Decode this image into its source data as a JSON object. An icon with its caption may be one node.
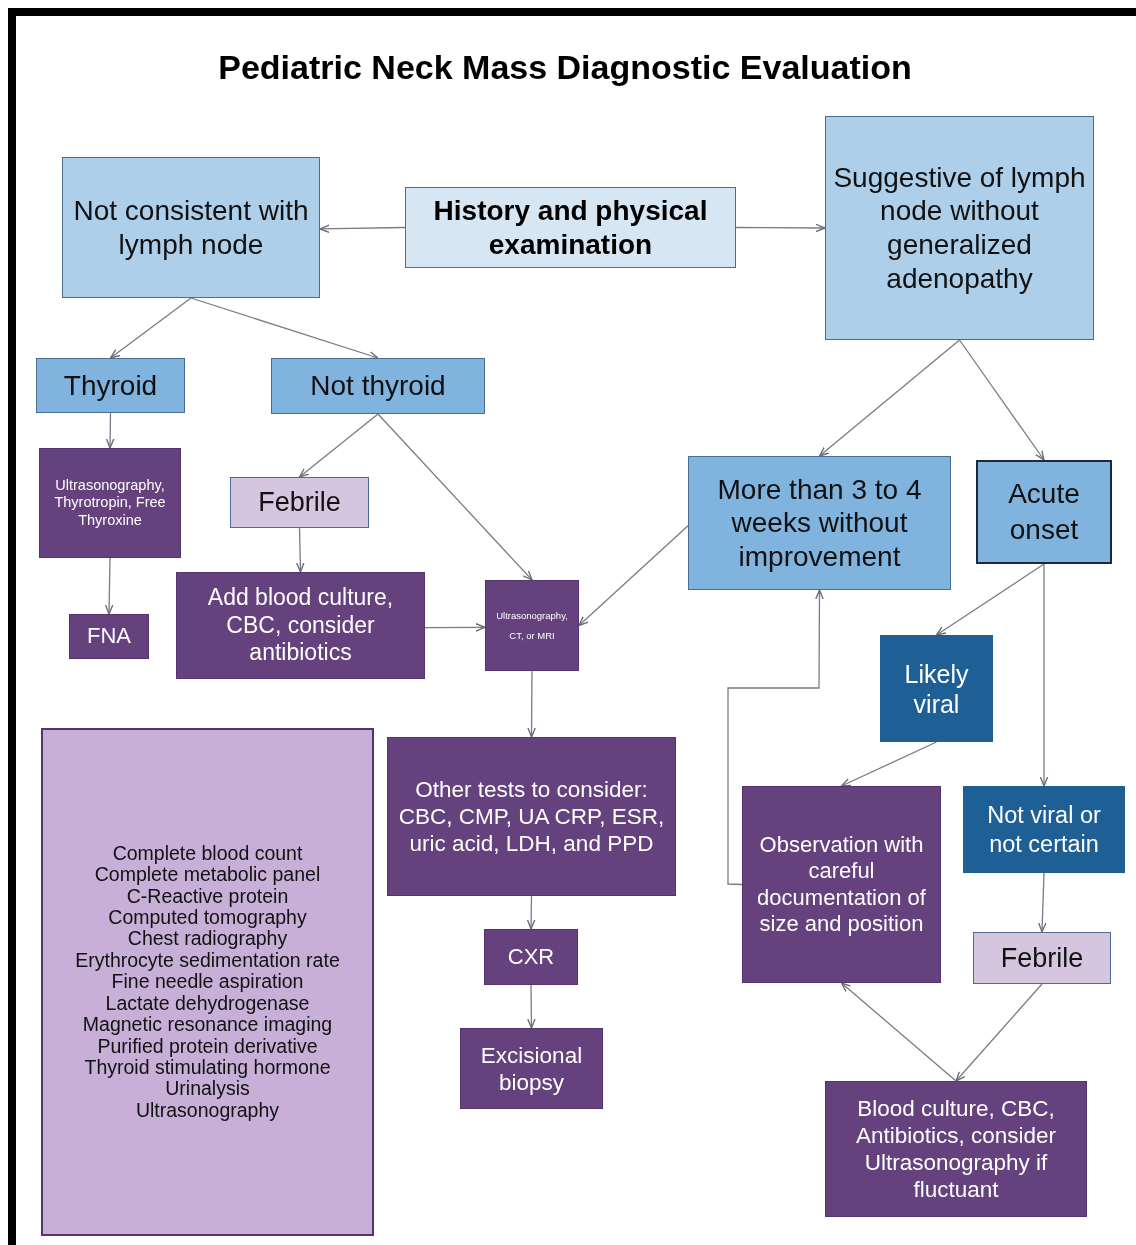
{
  "diagram": {
    "title": "Pediatric Neck Mass Diagnostic Evaluation",
    "nodes": [
      {
        "text": [
          "History and physical examination"
        ]
      },
      {
        "text": [
          "Not consistent with lymph node"
        ]
      },
      {
        "text": [
          "Suggestive of lymph node without generalized adenopathy"
        ]
      },
      {
        "text": [
          "Thyroid"
        ]
      },
      {
        "text": [
          "Not thyroid"
        ]
      },
      {
        "text": [
          "Ultrasonography, Thyrotropin, Free Thyroxine"
        ]
      },
      {
        "text": [
          "FNA"
        ]
      },
      {
        "text": [
          "Febrile"
        ]
      },
      {
        "text": [
          "Add blood culture, CBC, consider antibiotics"
        ]
      },
      {
        "text": [
          "Ultrasonography, CT, or MRI"
        ]
      },
      {
        "text": [
          "More than 3 to 4 weeks without improvement"
        ]
      },
      {
        "text": [
          "Acute onset"
        ]
      },
      {
        "text": [
          "Likely viral"
        ]
      },
      {
        "text": [
          "Other tests to consider: CBC, CMP, UA CRP, ESR, uric acid, LDH, and PPD"
        ]
      },
      {
        "text": [
          "CXR"
        ]
      },
      {
        "text": [
          "Excisional biopsy"
        ]
      },
      {
        "text": [
          "Observation with careful documentation of size and position"
        ]
      },
      {
        "text": [
          "Not viral or not certain"
        ]
      },
      {
        "text": [
          "Febrile"
        ]
      },
      {
        "text": [
          "Blood culture, CBC, Antibiotics, consider Ultrasonography if fluctuant"
        ]
      },
      {
        "text": [
          "Complete blood count",
          "Complete metabolic panel",
          "C-Reactive protein",
          "Computed tomography",
          "Chest radiography",
          "Erythrocyte sedimentation rate",
          "Fine needle aspiration",
          "Lactate dehydrogenase",
          "Magnetic resonance imaging",
          "Purified protein derivative",
          "Thyroid stimulating hormone",
          "Urinalysis",
          "Ultrasonography"
        ]
      }
    ],
    "edges": [
      {
        "from": 0,
        "to": 1,
        "arrow": "to"
      },
      {
        "from": 0,
        "to": 2,
        "arrow": "to"
      },
      {
        "from": 1,
        "to": 3,
        "arrow": "to"
      },
      {
        "from": 1,
        "to": 4,
        "arrow": "to"
      },
      {
        "from": 3,
        "to": 5,
        "arrow": "to"
      },
      {
        "from": 5,
        "to": 6,
        "arrow": "to"
      },
      {
        "from": 4,
        "to": 7,
        "arrow": "to"
      },
      {
        "from": 4,
        "to": 9,
        "arrow": "to"
      },
      {
        "from": 7,
        "to": 8,
        "arrow": "to"
      },
      {
        "from": 8,
        "to": 9,
        "arrow": "to"
      },
      {
        "from": 10,
        "to": 9,
        "arrow": "to"
      },
      {
        "from": 2,
        "to": 10,
        "arrow": "to"
      },
      {
        "from": 2,
        "to": 11,
        "arrow": "to"
      },
      {
        "from": 11,
        "to": 12,
        "arrow": "to"
      },
      {
        "from": 11,
        "to": 17,
        "arrow": "to"
      },
      {
        "from": 12,
        "to": 16,
        "arrow": "to"
      },
      {
        "from": 16,
        "to": 10,
        "arrow": "to"
      },
      {
        "from": 17,
        "to": 18,
        "arrow": "to"
      },
      {
        "from": 18,
        "to": 19,
        "arrow": "to"
      },
      {
        "from": 19,
        "to": 16,
        "arrow": "to"
      },
      {
        "from": 9,
        "to": 13,
        "arrow": "to"
      },
      {
        "from": 13,
        "to": 14,
        "arrow": "to"
      },
      {
        "from": 14,
        "to": 15,
        "arrow": "to"
      }
    ]
  }
}
